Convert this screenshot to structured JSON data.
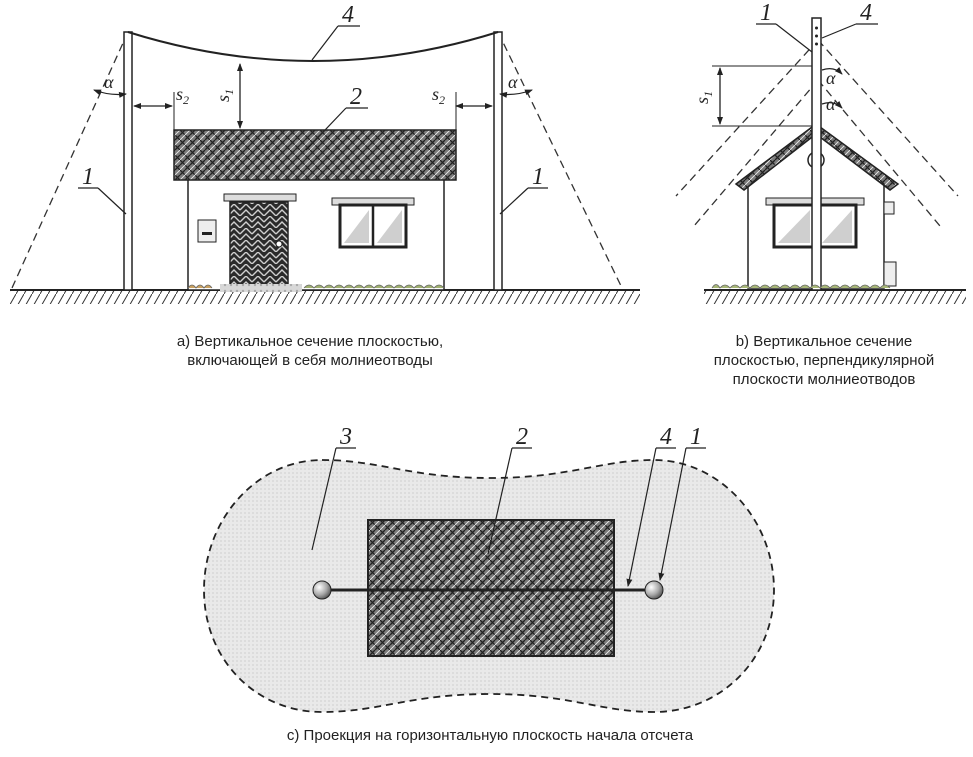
{
  "captions": {
    "a": [
      "а) Вертикальное сечение плоскостью,",
      "включающей в себя молниеотводы"
    ],
    "b": [
      "b) Вертикальное сечение",
      "плоскостью, перпендикулярной",
      "плоскости молниеотводов"
    ],
    "c": [
      "с) Проекция на горизонтальную плоскость начала отсчета"
    ]
  },
  "labels": {
    "one": "1",
    "two": "2",
    "three": "3",
    "four": "4"
  },
  "symbols": {
    "alpha": "α",
    "s": "s",
    "sub1": "1",
    "sub2": "2"
  },
  "colors": {
    "line": "#222222",
    "roof_hatch": "#3a3a3a",
    "zone_fill": "#e6e6e6",
    "building_fill": "#d2d2d2",
    "door": "#2b2b2b",
    "pole_ball": "#9a9a9a"
  },
  "icons": {
    "pole": "lightning-rod-mast",
    "ball": "rod-end-sphere",
    "flowers": "flower-bed"
  }
}
